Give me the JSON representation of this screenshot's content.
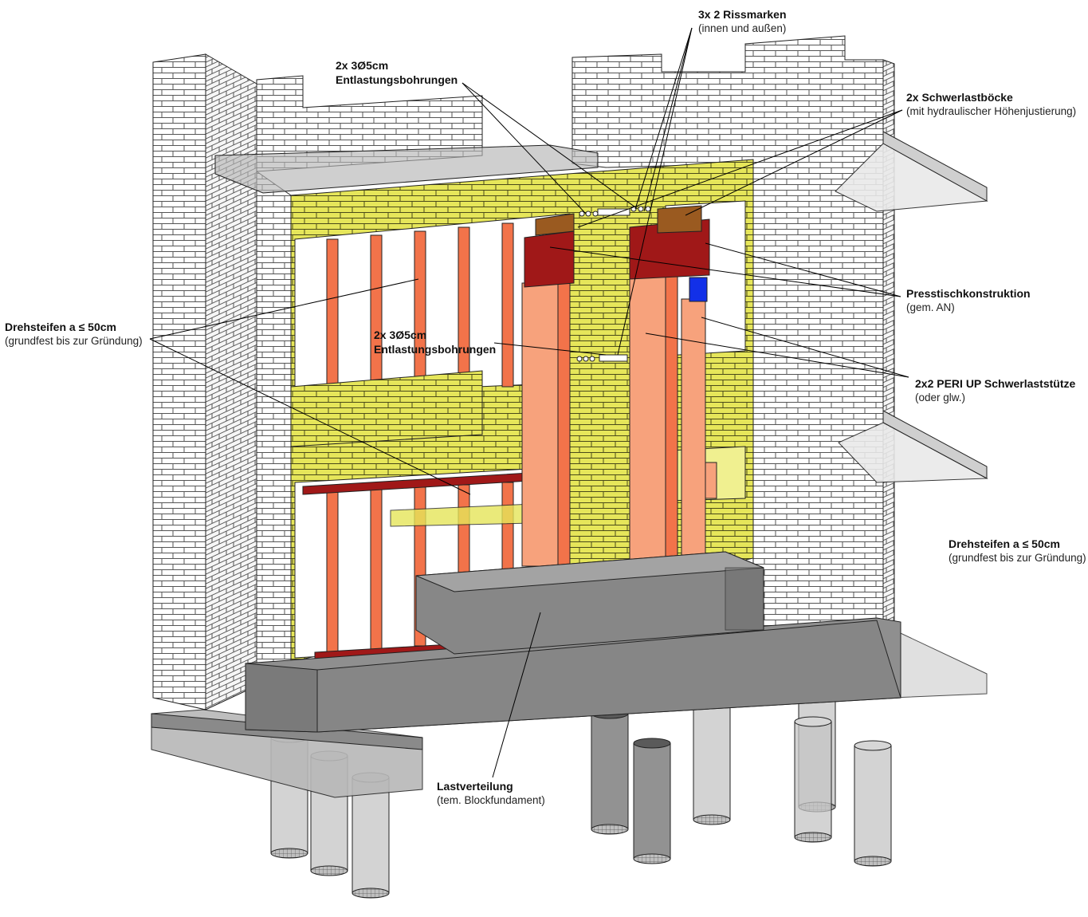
{
  "colors": {
    "brick_white": "#ffffff",
    "brick_line": "#444444",
    "brick_yellow": "#e6e65a",
    "shore_salmon": "#f7a27c",
    "shore_orange": "#f2734a",
    "steel_red": "#a01818",
    "timber_brown": "#9a5a20",
    "jack_blue": "#1230e8",
    "concrete_grey": "#8a8a8a",
    "slab_glass": "#d9d9d9"
  },
  "icons": {
    "pile": "cylinder-pile-icon",
    "jack": "hydraulic-jack-icon",
    "shore": "shoring-post-icon"
  },
  "labels": {
    "rissmarken": {
      "title": "3x 2 Rissmarken",
      "sub": "(innen und außen)"
    },
    "bohrungen_top": {
      "title": "2x 3Ø5cm",
      "sub": "Entlastungsbohrungen"
    },
    "schwerlastboecke": {
      "title": "2x Schwerlastböcke",
      "sub": "(mit hydraulischer Höhenjustierung)"
    },
    "drehsteifen_left": {
      "title": "Drehsteifen a ≤ 50cm",
      "sub": "(grundfest bis zur Gründung)"
    },
    "presstisch": {
      "title": "Presstischkonstruktion",
      "sub": "(gem. AN)"
    },
    "bohrungen_mid": {
      "title": "2x 3Ø5cm",
      "sub": "Entlastungsbohrungen"
    },
    "peri": {
      "title": "2x2 PERI UP Schwerlaststütze",
      "sub": "(oder glw.)"
    },
    "drehsteifen_right": {
      "title": "Drehsteifen a ≤ 50cm",
      "sub": "(grundfest bis zur Gründung)"
    },
    "lastverteilung": {
      "title": "Lastverteilung",
      "sub": "(tem. Blockfundament)"
    }
  }
}
